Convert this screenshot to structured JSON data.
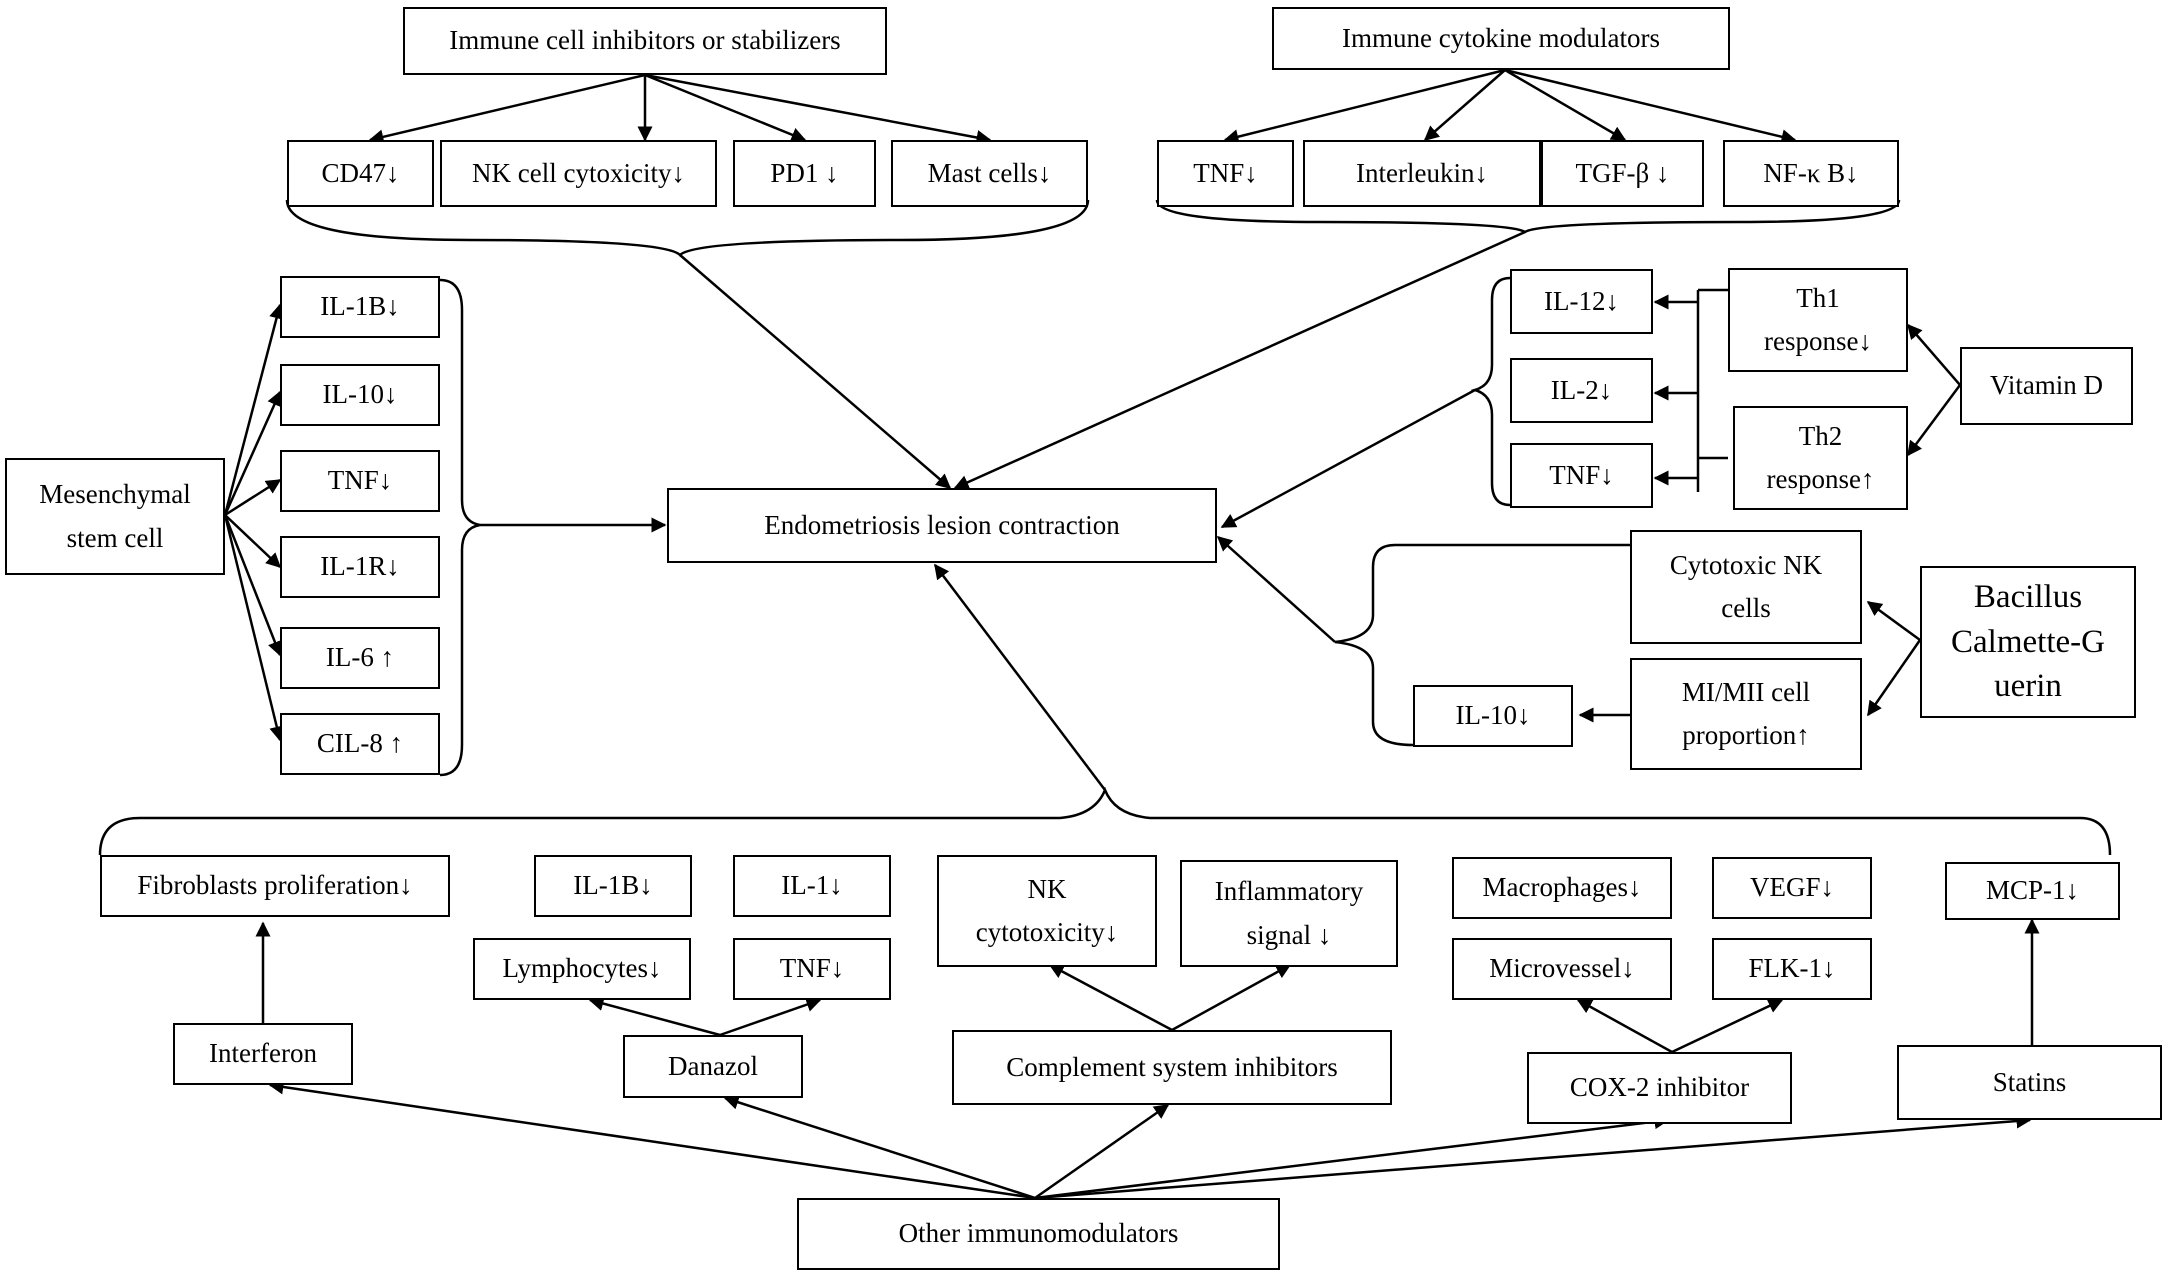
{
  "nodes": {
    "immune_cell_inhibitors": "Immune cell inhibitors or stabilizers",
    "immune_cytokine_modulators": "Immune cytokine modulators",
    "cd47": "CD47↓",
    "nk_cell_cytoxicity": "NK cell cytoxicity↓",
    "pd1": "PD1 ↓",
    "mast_cells": "Mast cells↓",
    "tnf_top": "TNF↓",
    "interleukin": "Interleukin↓",
    "tgf_beta": "TGF-β ↓",
    "nf_kb": "NF-κ B↓",
    "il1b_left": "IL-1B↓",
    "il10_left": "IL-10↓",
    "tnf_left": "TNF↓",
    "il1r": "IL-1R↓",
    "il6": "IL-6 ↑",
    "cil8": "CIL-8 ↑",
    "mesenchymal": "Mesenchymal\nstem cell",
    "lesion": "Endometriosis lesion contraction",
    "il12": "IL-12↓",
    "il2": "IL-2↓",
    "tnf_right": "TNF↓",
    "th1": "Th1\nresponse↓",
    "th2": "Th2\nresponse↑",
    "vitamin_d": "Vitamin D",
    "cytotoxic_nk": "Cytotoxic NK\ncells",
    "mi_mii": "MI/MII cell\nproportion↑",
    "il10_right": "IL-10↓",
    "bcg": "Bacillus\nCalmette-G\nuerin",
    "fibroblasts": "Fibroblasts proliferation↓",
    "il1b_bottom": "IL-1B↓",
    "il1_bottom": "IL-1↓",
    "lymphocytes": "Lymphocytes↓",
    "tnf_bottom": "TNF↓",
    "nk_cytotoxicity": "NK\ncytotoxicity↓",
    "inflammatory_signal": "Inflammatory\nsignal ↓",
    "macrophages": "Macrophages↓",
    "vegf": "VEGF↓",
    "microvessel": "Microvessel↓",
    "flk1": "FLK-1↓",
    "mcp1": "MCP-1↓",
    "interferon": "Interferon",
    "danazol": "Danazol",
    "complement": "Complement system inhibitors",
    "cox2": "COX-2 inhibitor",
    "statins": "Statins",
    "other": "Other immunomodulators"
  }
}
